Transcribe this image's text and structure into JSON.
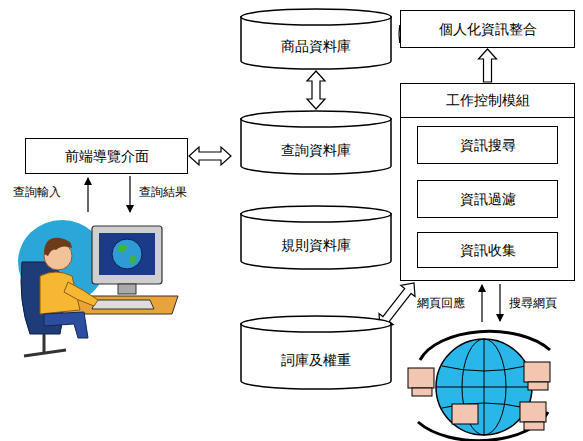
{
  "diagram": {
    "nodes": [
      {
        "text": [
          "商品資料庫"
        ]
      },
      {
        "text": [
          "個人化資訊整合"
        ]
      },
      {
        "text": [
          "工作控制模組"
        ]
      },
      {
        "text": [
          "資訊搜尋"
        ],
        "in": 2
      },
      {
        "text": [
          "資訊過濾"
        ],
        "in": 2
      },
      {
        "text": [
          "資訊收集"
        ],
        "in": 2
      },
      {
        "text": [
          "前端導覽介面"
        ]
      },
      {
        "text": [
          "查詢資料庫"
        ]
      },
      {
        "text": [
          "規則資料庫"
        ]
      },
      {
        "text": [
          "詞庫及權重"
        ]
      }
    ],
    "edges": [
      {
        "from": 0,
        "to": 1,
        "arrow": "both"
      },
      {
        "from": 0,
        "to": 7,
        "arrow": "both"
      },
      {
        "from": 6,
        "to": 7,
        "arrow": "both"
      },
      {
        "from": 7,
        "to": 3,
        "arrow": "to"
      },
      {
        "from": 8,
        "to": 5,
        "arrow": "to"
      },
      {
        "from": 9,
        "to": 2,
        "arrow": "both"
      },
      {
        "from": 2,
        "to": 1,
        "arrow": "to"
      }
    ],
    "labels": [
      "查詢輸入",
      "查詢結果",
      "網頁回應",
      "搜尋網頁"
    ]
  }
}
